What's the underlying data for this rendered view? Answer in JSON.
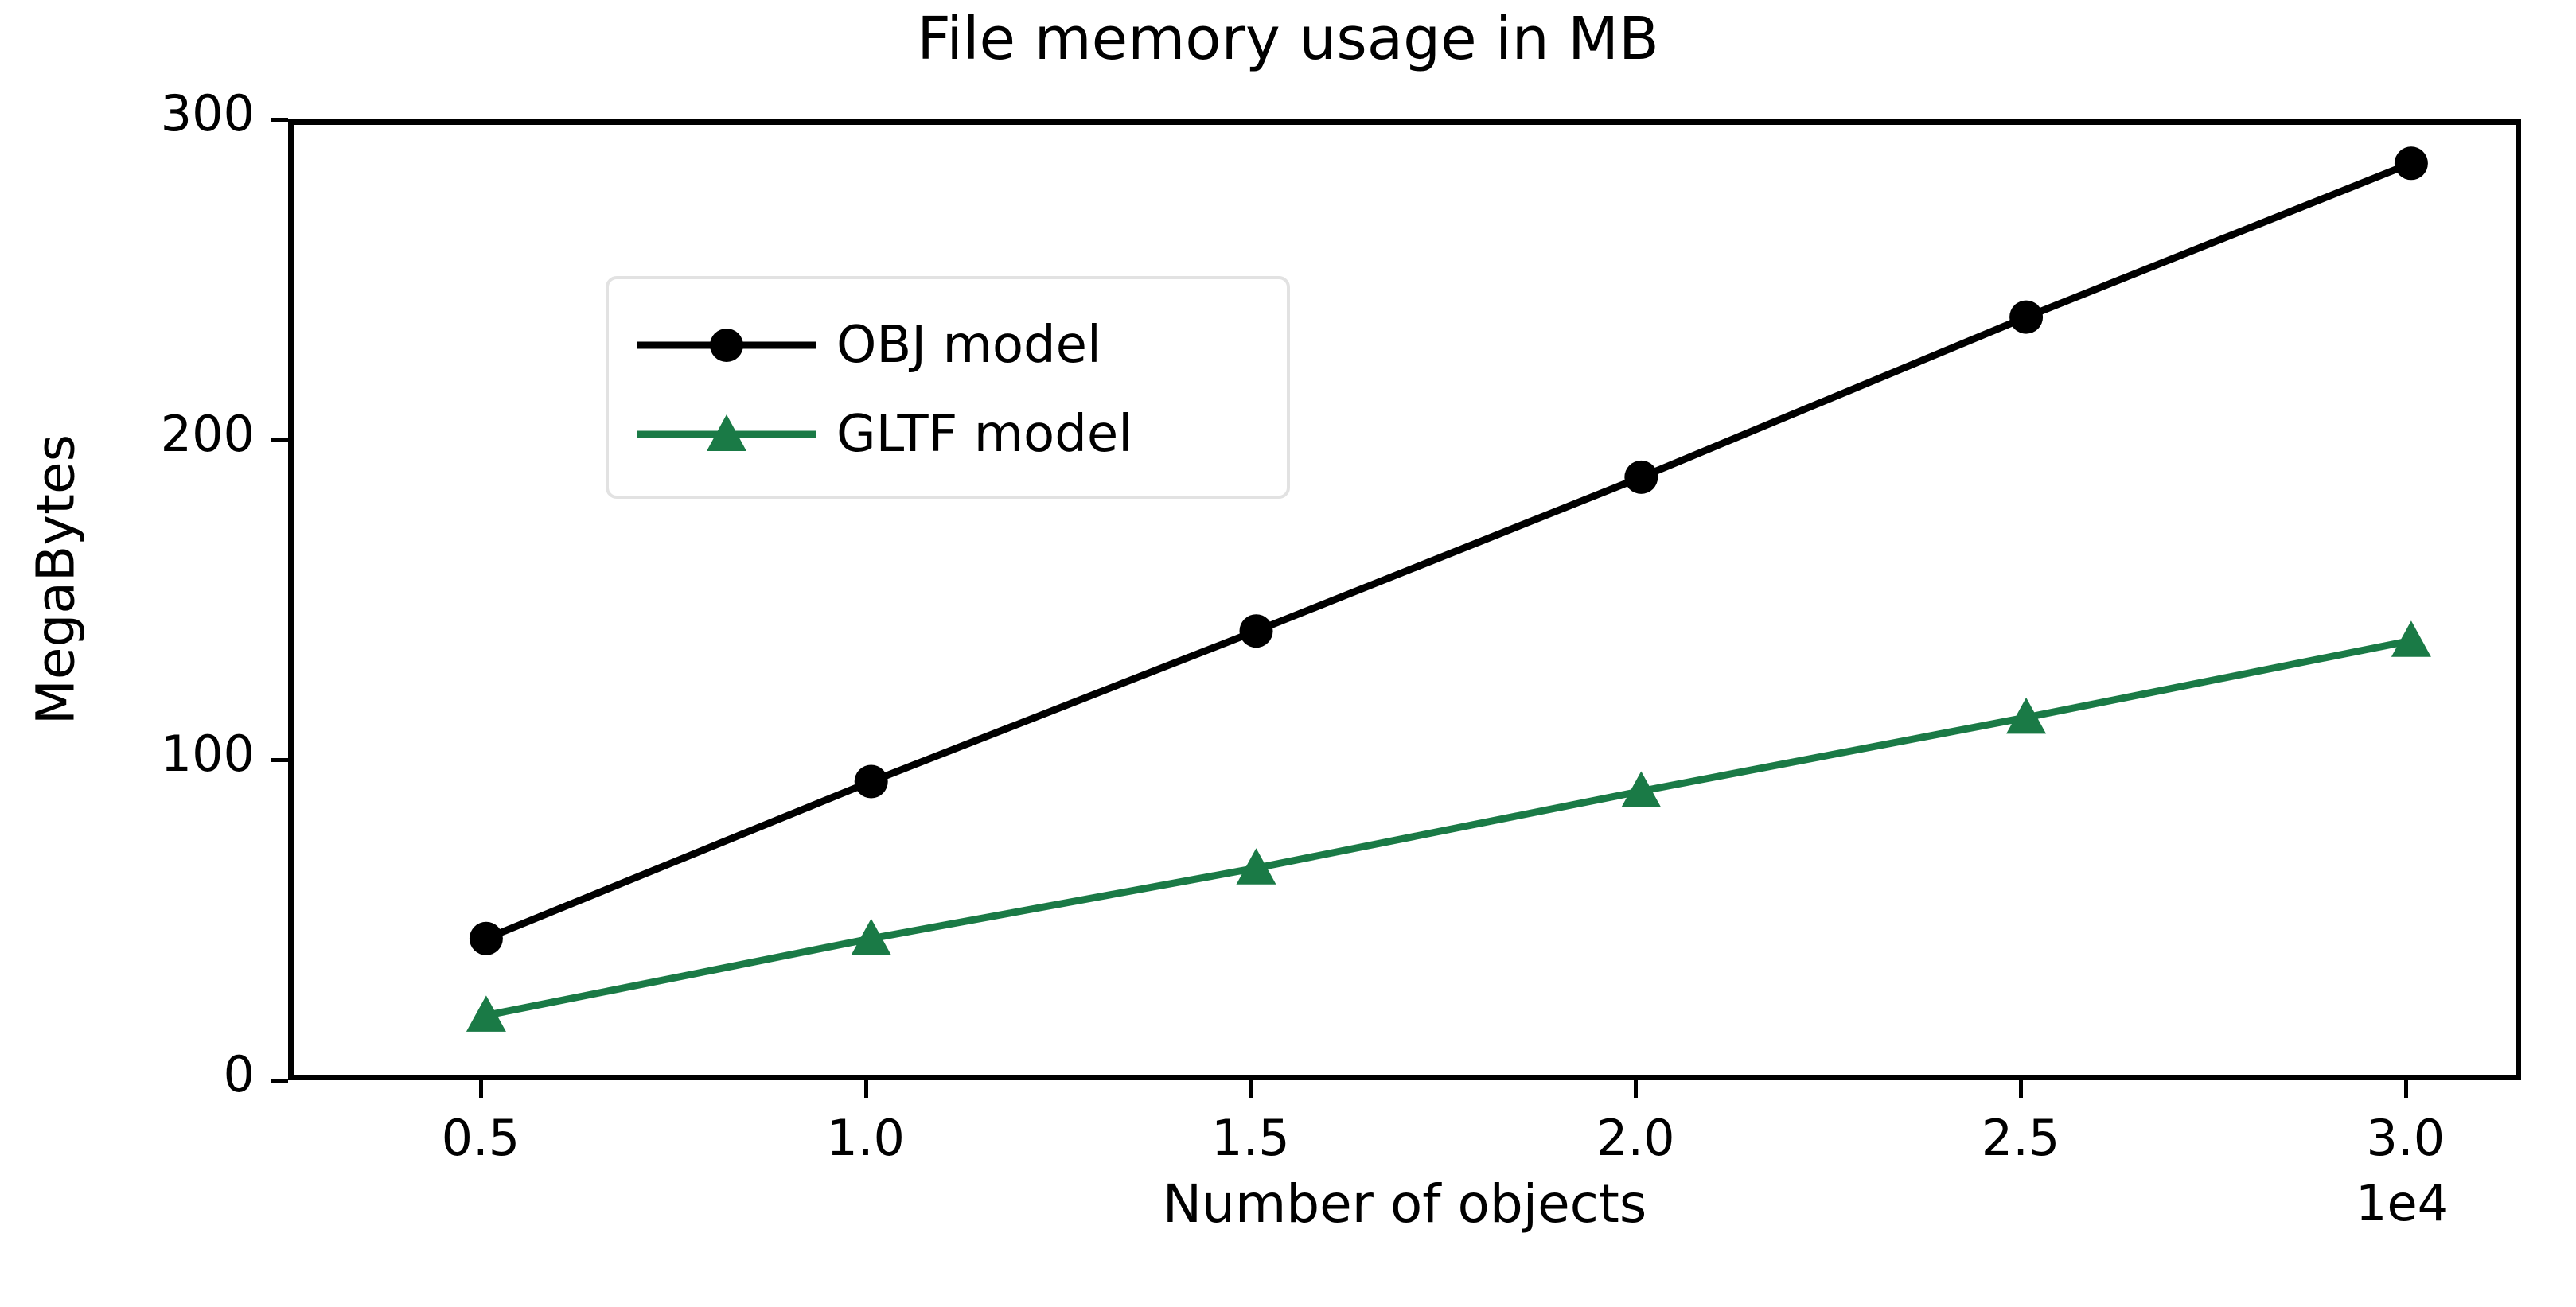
{
  "chart_data": {
    "type": "line",
    "title": "File memory usage in MB",
    "xlabel": "Number of objects",
    "ylabel": "MegaBytes",
    "x_offset_text": "1e4",
    "grid": false,
    "legend_position": "upper left",
    "x": [
      0.5,
      1.0,
      1.5,
      2.0,
      2.5,
      3.0
    ],
    "xtick_labels": [
      "0.5",
      "1.0",
      "1.5",
      "2.0",
      "2.5",
      "3.0"
    ],
    "ytick_labels": [
      "0",
      "100",
      "200",
      "300"
    ],
    "ytick_values": [
      0,
      100,
      200,
      300
    ],
    "xlim": [
      0.25,
      3.15
    ],
    "ylim": [
      0,
      300
    ],
    "series": [
      {
        "name": "OBJ model",
        "color": "#000000",
        "marker": "circle",
        "values": [
          46,
          95,
          142,
          190,
          240,
          288
        ]
      },
      {
        "name": "GLTF model",
        "color": "#1a7a46",
        "marker": "triangle",
        "values": [
          22,
          46,
          68,
          92,
          115,
          139
        ]
      }
    ]
  },
  "legend": {
    "entries": [
      {
        "label": "OBJ model"
      },
      {
        "label": "GLTF model"
      }
    ]
  },
  "colors": {
    "obj": "#000000",
    "gltf": "#1a7a46",
    "axis": "#000000",
    "legend_border": "#e2e2e2",
    "background": "#ffffff"
  }
}
